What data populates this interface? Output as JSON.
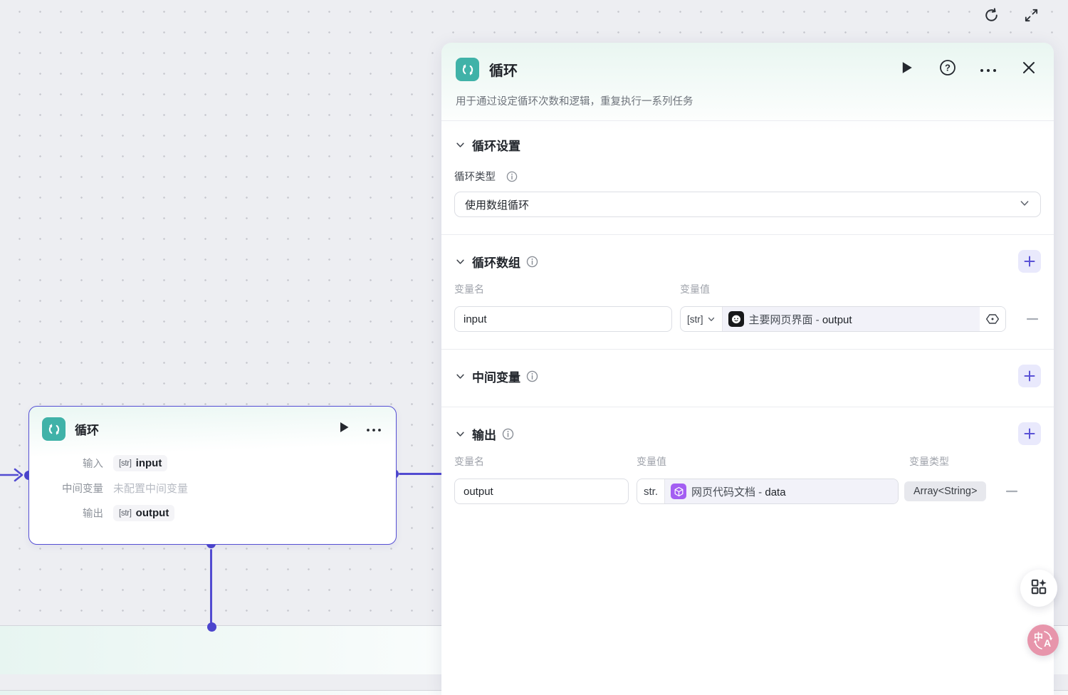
{
  "canvas": {
    "node": {
      "title": "循环",
      "input_label": "输入",
      "input_tag": "[str]",
      "input_value": "input",
      "mid_label": "中间变量",
      "mid_value": "未配置中间变量",
      "output_label": "输出",
      "output_tag": "[str]",
      "output_value": "output"
    }
  },
  "panel": {
    "title": "循环",
    "description": "用于通过设定循环次数和逻辑，重复执行一系列任务",
    "loop_settings": {
      "title": "循环设置",
      "type_label": "循环类型",
      "type_value": "使用数组循环"
    },
    "loop_array": {
      "title": "循环数组",
      "col_name": "变量名",
      "col_value": "变量值",
      "row": {
        "name": "input",
        "type_tag": "[str]",
        "ref_prefix": "主要网页界面 - ",
        "ref_name": "output"
      }
    },
    "intermediate": {
      "title": "中间变量"
    },
    "output": {
      "title": "输出",
      "col_name": "变量名",
      "col_value": "变量值",
      "col_type": "变量类型",
      "row": {
        "name": "output",
        "type_tag": "str.",
        "ref_prefix": "网页代码文档 - ",
        "ref_name": "data",
        "var_type": "Array<String>"
      }
    }
  },
  "fab": {
    "translate_primary": "中",
    "translate_secondary": "A"
  },
  "colors": {
    "accent_indigo": "#524bd1",
    "accent_teal": "#40b2a8",
    "ref_icon_purple": "#a35ef2",
    "translate_pink": "#e795ab"
  }
}
